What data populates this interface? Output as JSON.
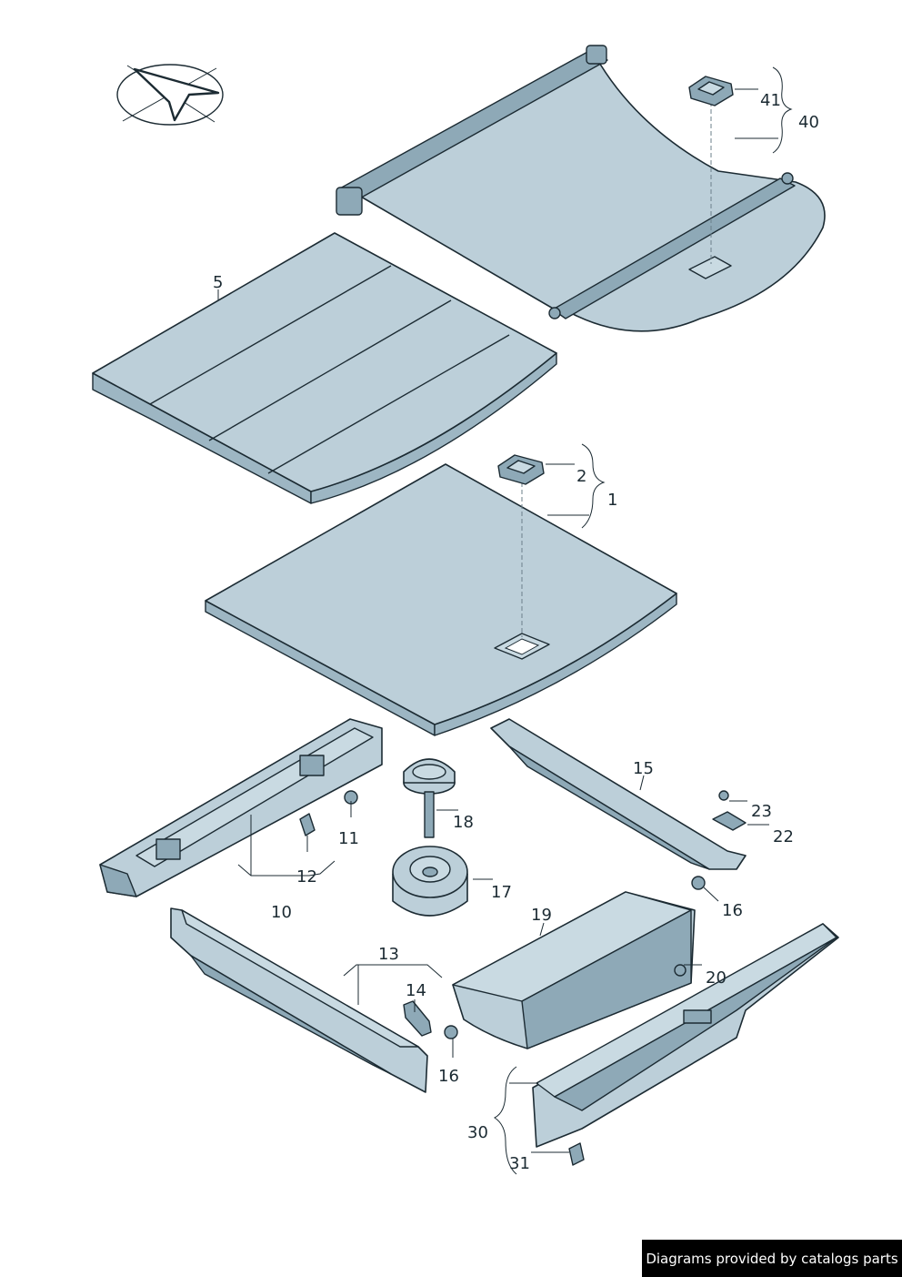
{
  "callouts": [
    {
      "id": "41",
      "text": "41"
    },
    {
      "id": "40",
      "text": "40"
    },
    {
      "id": "5",
      "text": "5"
    },
    {
      "id": "2",
      "text": "2"
    },
    {
      "id": "1",
      "text": "1"
    },
    {
      "id": "15",
      "text": "15"
    },
    {
      "id": "23",
      "text": "23"
    },
    {
      "id": "22",
      "text": "22"
    },
    {
      "id": "18",
      "text": "18"
    },
    {
      "id": "11",
      "text": "11"
    },
    {
      "id": "12",
      "text": "12"
    },
    {
      "id": "10",
      "text": "10"
    },
    {
      "id": "17",
      "text": "17"
    },
    {
      "id": "16a",
      "text": "16"
    },
    {
      "id": "19",
      "text": "19"
    },
    {
      "id": "20",
      "text": "20"
    },
    {
      "id": "13",
      "text": "13"
    },
    {
      "id": "14",
      "text": "14"
    },
    {
      "id": "16b",
      "text": "16"
    },
    {
      "id": "30",
      "text": "30"
    },
    {
      "id": "31",
      "text": "31"
    }
  ],
  "footer": {
    "text": "Diagrams provided by catalogs parts"
  },
  "colors": {
    "part_fill": "#bccfd9",
    "outline": "#1c2b33",
    "footer_bg": "#000000"
  },
  "icons": {
    "orientation": "direction-arrow-icon"
  }
}
